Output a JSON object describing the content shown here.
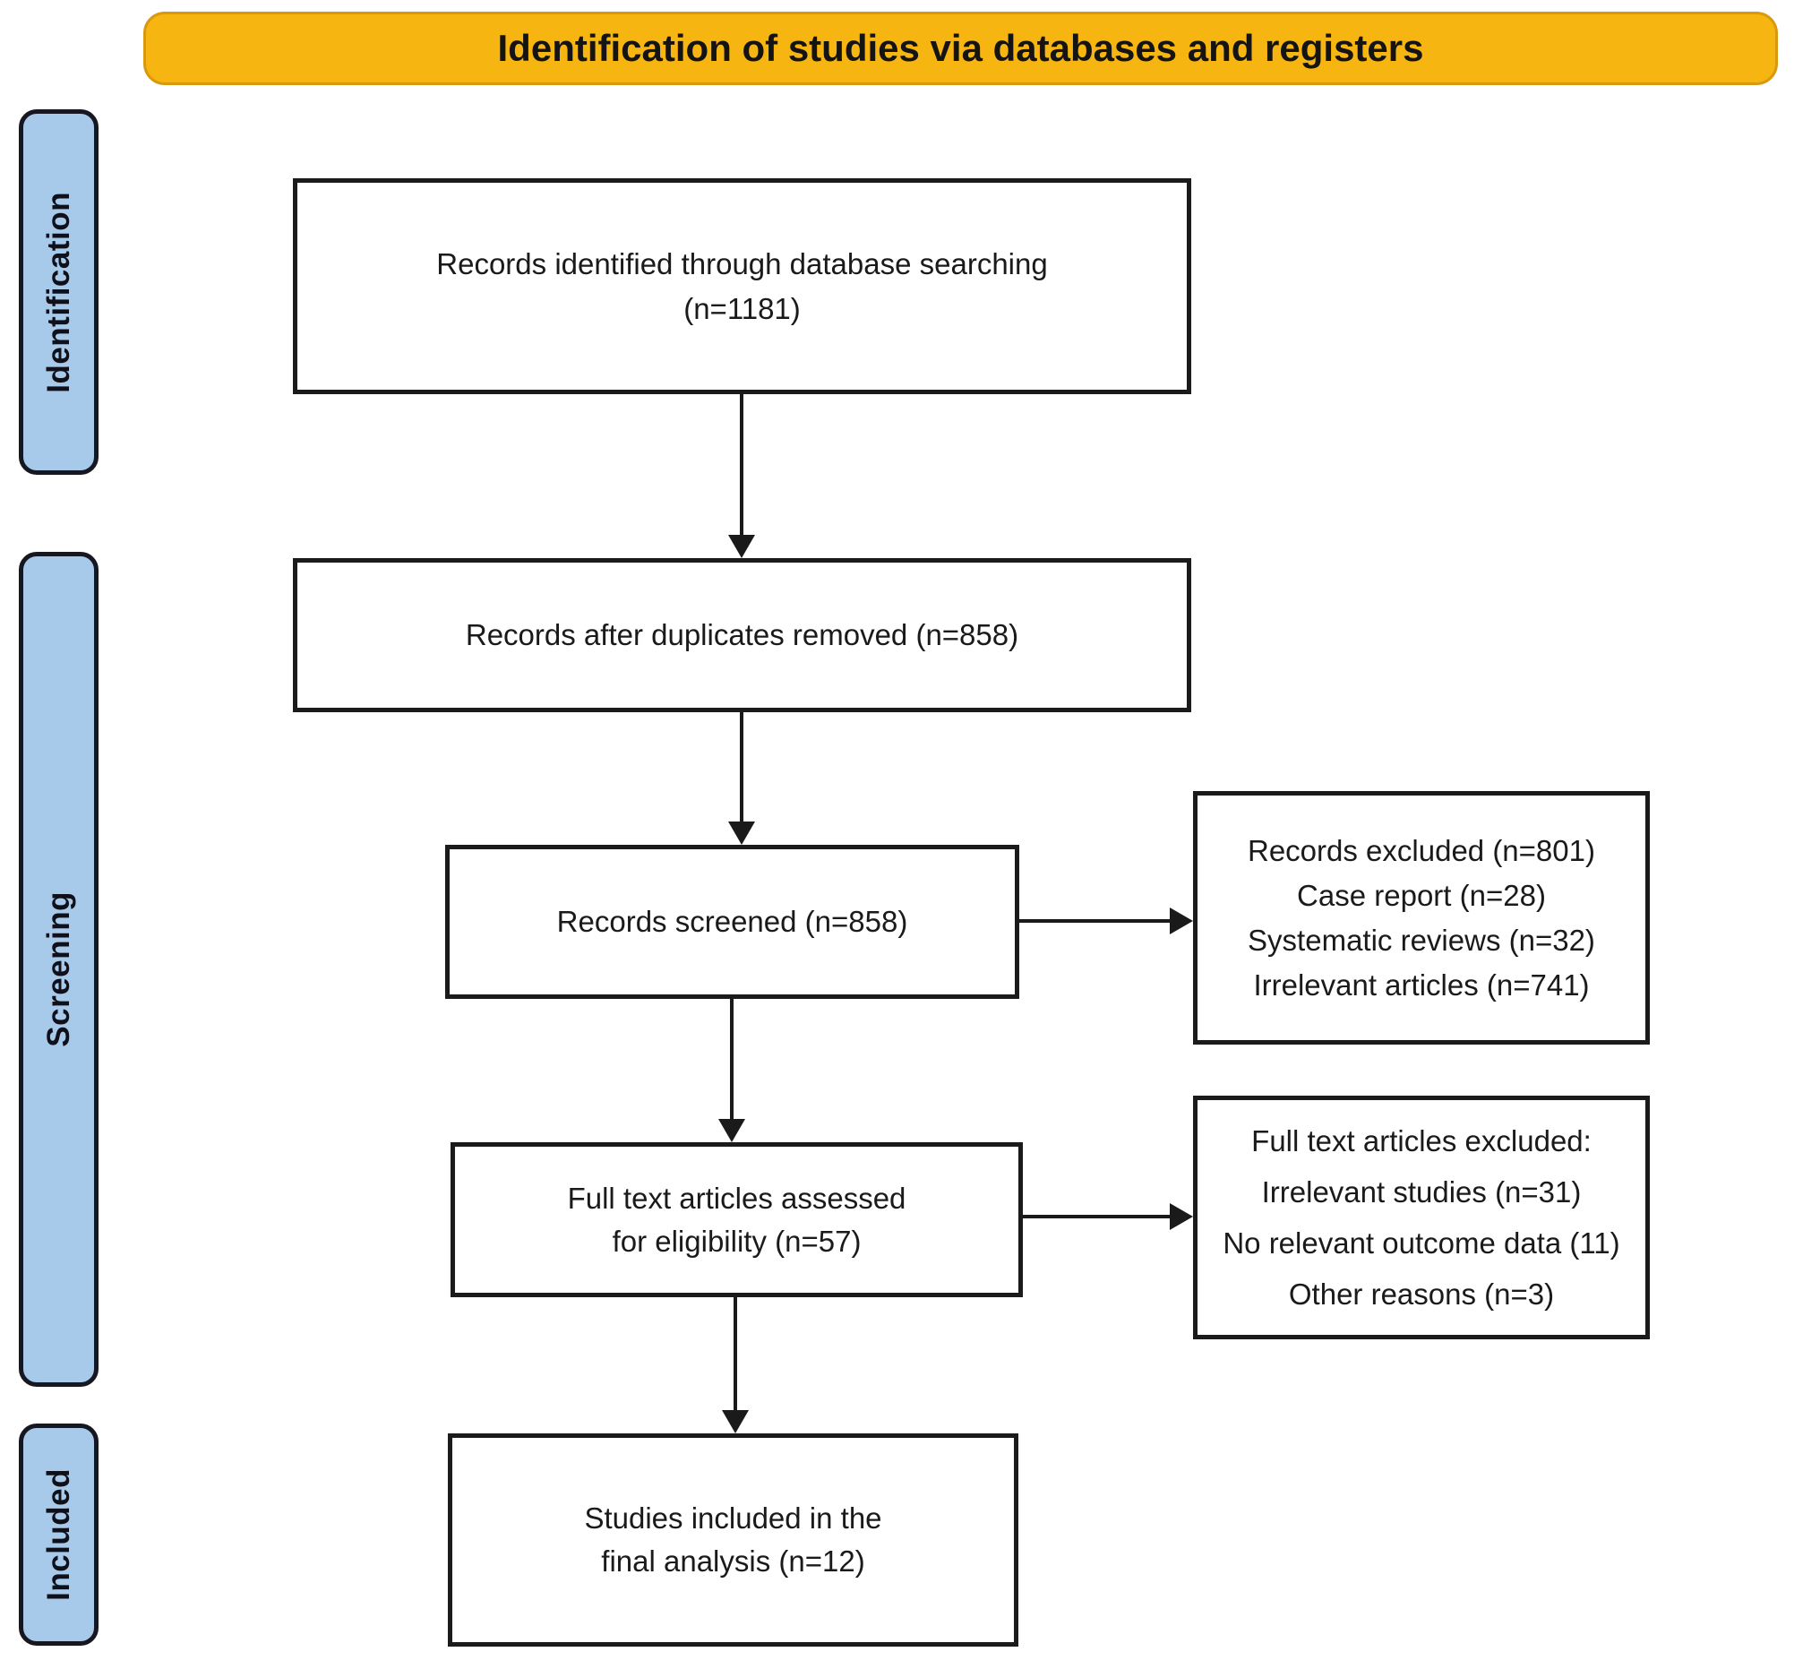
{
  "figure": {
    "type": "prisma-flow-diagram",
    "title": "Identification of studies via databases and registers"
  },
  "colors": {
    "banner_fill": "#F7B512",
    "banner_border": "#D9990E",
    "stage_fill": "#A7CAEB",
    "stage_border": "#171721",
    "box_border": "#1B1B1B",
    "text": "#1A1A1A"
  },
  "stages": [
    {
      "label": "Identification"
    },
    {
      "label": "Screening"
    },
    {
      "label": "Included"
    }
  ],
  "flow_boxes": {
    "identified": {
      "lines": [
        "Records identified through database searching",
        "(n=1181)"
      ]
    },
    "deduplicated": {
      "lines": [
        "Records after duplicates removed (n=858)"
      ]
    },
    "screened": {
      "lines": [
        "Records screened (n=858)"
      ]
    },
    "fulltext": {
      "lines": [
        "Full text articles assessed",
        "for eligibility (n=57)"
      ]
    },
    "included": {
      "lines": [
        "Studies included in the",
        "final analysis (n=12)"
      ]
    }
  },
  "exclusion_boxes": {
    "records_excluded": {
      "lines": [
        "Records excluded (n=801)",
        "Case report (n=28)",
        "Systematic reviews (n=32)",
        "Irrelevant articles (n=741)"
      ]
    },
    "fulltext_excluded": {
      "lines": [
        "Full text articles excluded:",
        "Irrelevant studies (n=31)",
        "No relevant outcome data (11)",
        "Other reasons (n=3)"
      ]
    }
  }
}
